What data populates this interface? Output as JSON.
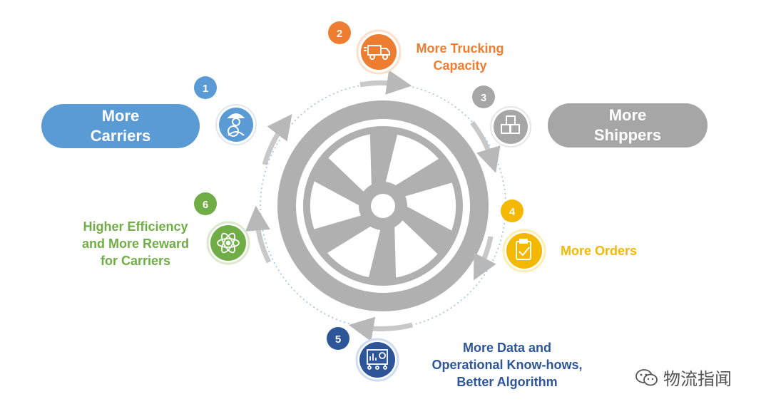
{
  "colors": {
    "carriers": "#5b9bd5",
    "trucking": "#ed7d31",
    "shippers": "#a6a6a6",
    "orders": "#f5b800",
    "data": "#2e5597",
    "efficiency": "#70ad47",
    "wheel": "#b0b0b0",
    "arrow": "#c8c8c8",
    "dotted_ring": "#9dc3e6"
  },
  "nodes": [
    {
      "number": "1",
      "icon": "driver-icon"
    },
    {
      "number": "2",
      "icon": "truck-icon"
    },
    {
      "number": "3",
      "icon": "boxes-icon"
    },
    {
      "number": "4",
      "icon": "clipboard-check-icon"
    },
    {
      "number": "5",
      "icon": "data-network-icon"
    },
    {
      "number": "6",
      "icon": "atom-icon"
    }
  ],
  "pills": {
    "carriers": {
      "line1": "More",
      "line2": "Carriers"
    },
    "shippers": {
      "line1": "More",
      "line2": "Shippers"
    }
  },
  "labels": {
    "trucking": {
      "line1": "More Trucking",
      "line2": "Capacity"
    },
    "orders": {
      "line1": "More Orders"
    },
    "data": {
      "line1": "More Data and",
      "line2": "Operational Know-hows,",
      "line3": "Better Algorithm"
    },
    "efficiency": {
      "line1": "Higher Efficiency",
      "line2": "and More Reward",
      "line3": "for Carriers"
    }
  },
  "watermark": {
    "text": "物流指闻",
    "icon": "wechat-icon"
  }
}
